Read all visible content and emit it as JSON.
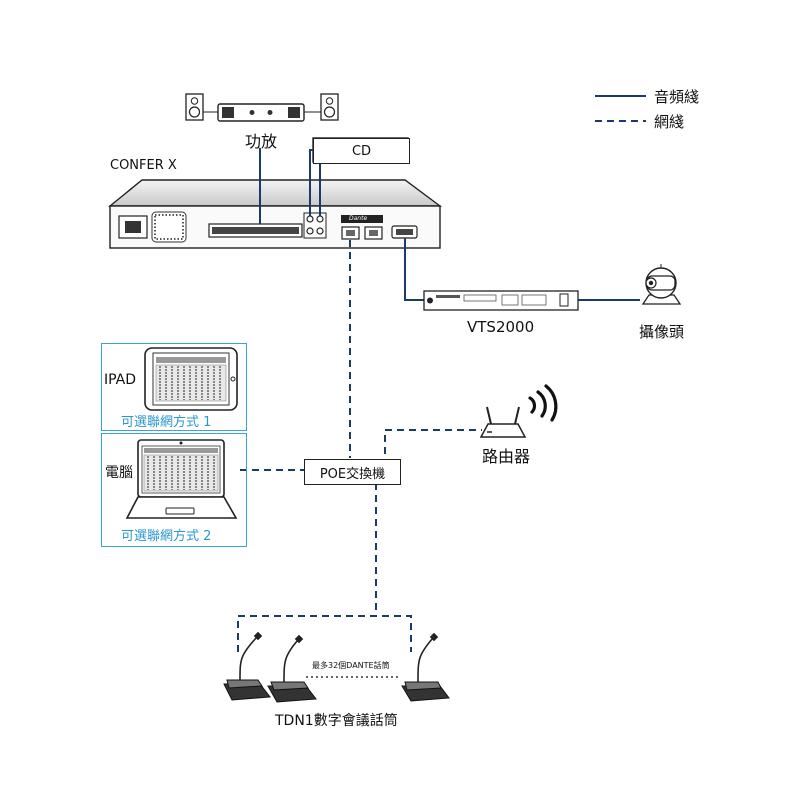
{
  "legend": {
    "audio_line": "音頻綫",
    "network_line": "網綫"
  },
  "devices": {
    "amplifier": "功放",
    "cd": "CD",
    "mixer": "CONFER X",
    "dante_badge": "Dante",
    "vts": "VTS2000",
    "camera": "攝像頭",
    "router": "路由器",
    "poe_switch": "POE交換機",
    "ipad": "IPAD",
    "ipad_option": "可選聯網方式 1",
    "computer": "電腦",
    "computer_option": "可選聯網方式 2",
    "mic_count_note": "最多32個DANTE話筒",
    "microphones": "TDN1數字會議話筒"
  },
  "colors": {
    "line": "#1a3a6b",
    "accent_blue": "#2b97cf",
    "device_dark": "#2a2a2a"
  }
}
